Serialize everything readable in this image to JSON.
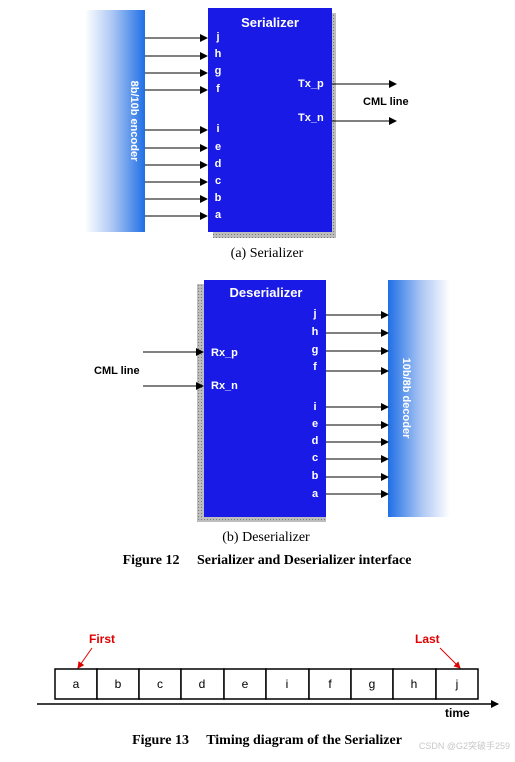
{
  "serializer": {
    "title": "Serializer",
    "encoder_label": "8b/10b encoder",
    "inputs": [
      "j",
      "h",
      "g",
      "f",
      "i",
      "e",
      "d",
      "c",
      "b",
      "a"
    ],
    "outputs": [
      "Tx_p",
      "Tx_n"
    ],
    "line_label": "CML line",
    "caption": "(a) Serializer"
  },
  "deserializer": {
    "title": "Deserializer",
    "decoder_label": "10b/8b decoder",
    "inputs": [
      "Rx_p",
      "Rx_n"
    ],
    "outputs": [
      "j",
      "h",
      "g",
      "f",
      "i",
      "e",
      "d",
      "c",
      "b",
      "a"
    ],
    "line_label": "CML line",
    "caption": "(b) Deserializer"
  },
  "figure12_caption": "Figure 12     Serializer and Deserializer interface",
  "timing": {
    "first_label": "First",
    "last_label": "Last",
    "cells": [
      "a",
      "b",
      "c",
      "d",
      "e",
      "i",
      "f",
      "g",
      "h",
      "j"
    ],
    "axis_label": "time"
  },
  "figure13_caption": "Figure 13     Timing diagram of the Serializer",
  "watermark": "CSDN @G2突破手259",
  "colors": {
    "block_blue": "#1a1ae6",
    "shadow_gray": "#a6a6a6",
    "red_label": "#e00000"
  }
}
